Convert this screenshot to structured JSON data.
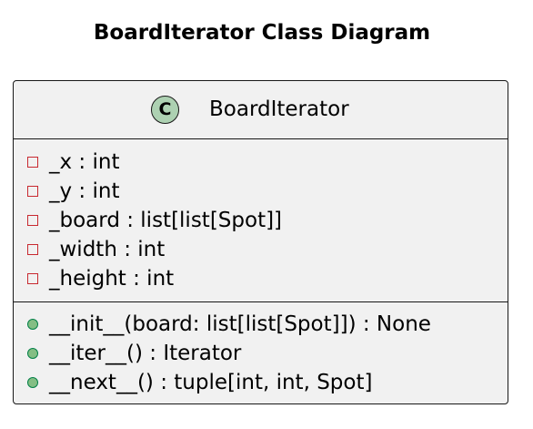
{
  "diagram": {
    "title": "BoardIterator Class Diagram"
  },
  "class": {
    "stereotype_letter": "C",
    "stereotype_color": "#add1b2",
    "name": "BoardIterator",
    "fill_color": "#f1f1f1",
    "attributes": [
      {
        "visibility": "private",
        "text": "_x : int"
      },
      {
        "visibility": "private",
        "text": "_y : int"
      },
      {
        "visibility": "private",
        "text": "_board : list[list[Spot]]"
      },
      {
        "visibility": "private",
        "text": "_width : int"
      },
      {
        "visibility": "private",
        "text": "_height : int"
      }
    ],
    "methods": [
      {
        "visibility": "public",
        "text": "__init__(board: list[list[Spot]]) : None"
      },
      {
        "visibility": "public",
        "text": "__iter__() : Iterator"
      },
      {
        "visibility": "public",
        "text": "__next__() : tuple[int, int, Spot]"
      }
    ]
  },
  "colors": {
    "private_marker": "#c82930",
    "public_marker_border": "#038048",
    "public_marker_fill": "#84be84",
    "border": "#181818"
  }
}
